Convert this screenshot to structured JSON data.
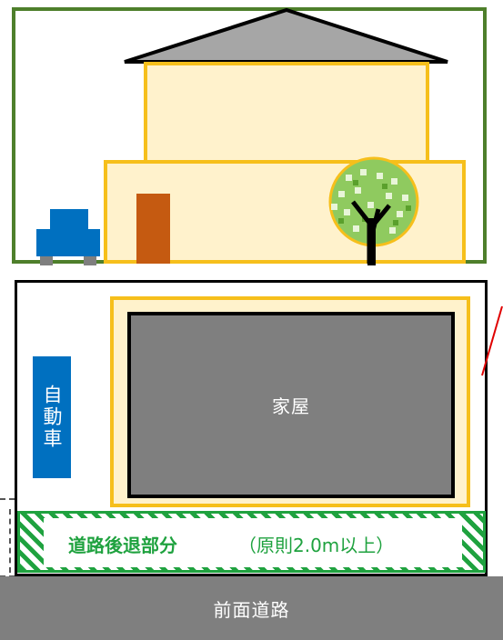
{
  "labels": {
    "house": "家屋",
    "car": "自動車",
    "setback": "道路後退部分",
    "setback_note": "（原則2.0m以上）",
    "front_road": "前面道路"
  },
  "colors": {
    "elevation_border": "#4e7f2b",
    "roof": "#a6a6a6",
    "wall": "#fff2cc",
    "wall_outline": "#f6bf1b",
    "door": "#c55a11",
    "car": "#0070c0",
    "tree_leaves": "#8fca5f",
    "tree_trunk": "#000000",
    "house_plan": "#7f7f7f",
    "setback_green": "#1fa23f",
    "road": "#7f7f7f"
  },
  "icons": [
    "house-icon",
    "car-icon",
    "tree-icon",
    "door-icon"
  ]
}
